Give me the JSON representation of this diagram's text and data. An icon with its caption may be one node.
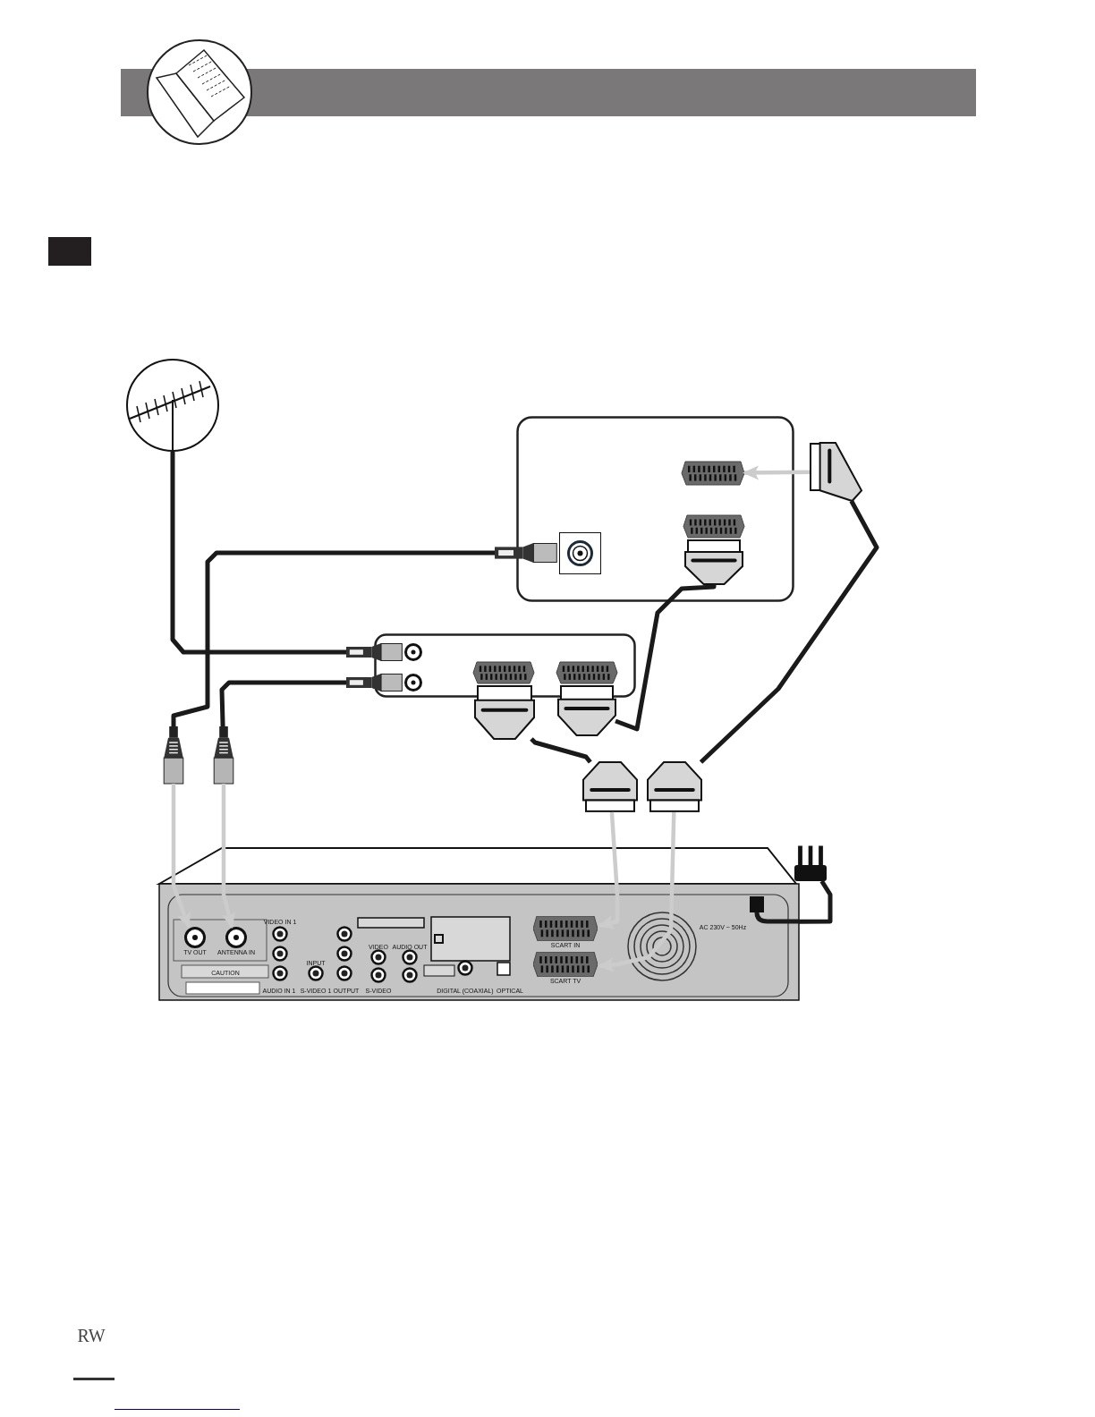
{
  "diagram": {
    "nodes": [
      {
        "text": [],
        "shape": "picture"
      },
      {
        "text": [],
        "shape": "box"
      },
      {
        "text": [],
        "shape": "socket",
        "in": 1
      },
      {
        "text": [],
        "shape": "socket",
        "in": 1
      },
      {
        "text": [],
        "shape": "plug",
        "in": 1
      },
      {
        "text": [],
        "shape": "socket",
        "in": 1
      },
      {
        "text": [],
        "shape": "plug"
      },
      {
        "text": [],
        "shape": "box"
      },
      {
        "text": [],
        "shape": "socket",
        "in": 7
      },
      {
        "text": [],
        "shape": "socket",
        "in": 7
      },
      {
        "text": [],
        "shape": "plug"
      },
      {
        "text": [],
        "shape": "plug"
      },
      {
        "text": [],
        "shape": "socket",
        "in": 7
      },
      {
        "text": [],
        "shape": "socket",
        "in": 7
      },
      {
        "text": [],
        "shape": "plug"
      },
      {
        "text": [],
        "shape": "plug"
      },
      {
        "text": [],
        "shape": "plug"
      },
      {
        "text": [],
        "shape": "plug"
      },
      {
        "text": [],
        "shape": "plug"
      },
      {
        "text": [],
        "shape": "plug"
      },
      {
        "text": [],
        "shape": "plug"
      },
      {
        "text": [],
        "shape": "box"
      },
      {
        "text": [
          "TV OUT"
        ],
        "in": 21
      },
      {
        "text": [
          "ANTENNA IN"
        ],
        "in": 21
      },
      {
        "text": [
          "SCART IN"
        ],
        "in": 21
      },
      {
        "text": [
          "SCART TV"
        ],
        "in": 21
      },
      {
        "text": [],
        "shape": "plug"
      }
    ],
    "edges": [
      {
        "from": 0,
        "to": 10,
        "arrow": "none"
      },
      {
        "from": 6,
        "to": 16,
        "arrow": "none"
      },
      {
        "from": 11,
        "to": 17,
        "arrow": "none"
      },
      {
        "from": 14,
        "to": 18,
        "arrow": "none"
      },
      {
        "from": 4,
        "to": 15,
        "arrow": "none"
      },
      {
        "from": 20,
        "to": 19,
        "arrow": "none"
      },
      {
        "from": 20,
        "to": 2,
        "arrow": "to",
        "color": "#cccccc"
      },
      {
        "from": 16,
        "to": 22,
        "arrow": "to",
        "color": "#cccccc"
      },
      {
        "from": 17,
        "to": 23,
        "arrow": "to",
        "color": "#cccccc"
      },
      {
        "from": 18,
        "to": 24,
        "arrow": "to",
        "color": "#cccccc"
      },
      {
        "from": 19,
        "to": 25,
        "arrow": "to",
        "color": "#cccccc"
      },
      {
        "from": 26,
        "to": 21,
        "arrow": "none"
      }
    ],
    "labels": [
      "VIDEO IN 1",
      "AC 230V ~ 50Hz",
      "VIDEO",
      "AUDIO OUT",
      "INPUT",
      "CAUTION",
      "AUDIO IN 1",
      "S-VIDEO 1",
      "OUTPUT",
      "S-VIDEO",
      "DIGITAL (COAXIAL)",
      "OPTICAL",
      "RW"
    ]
  }
}
